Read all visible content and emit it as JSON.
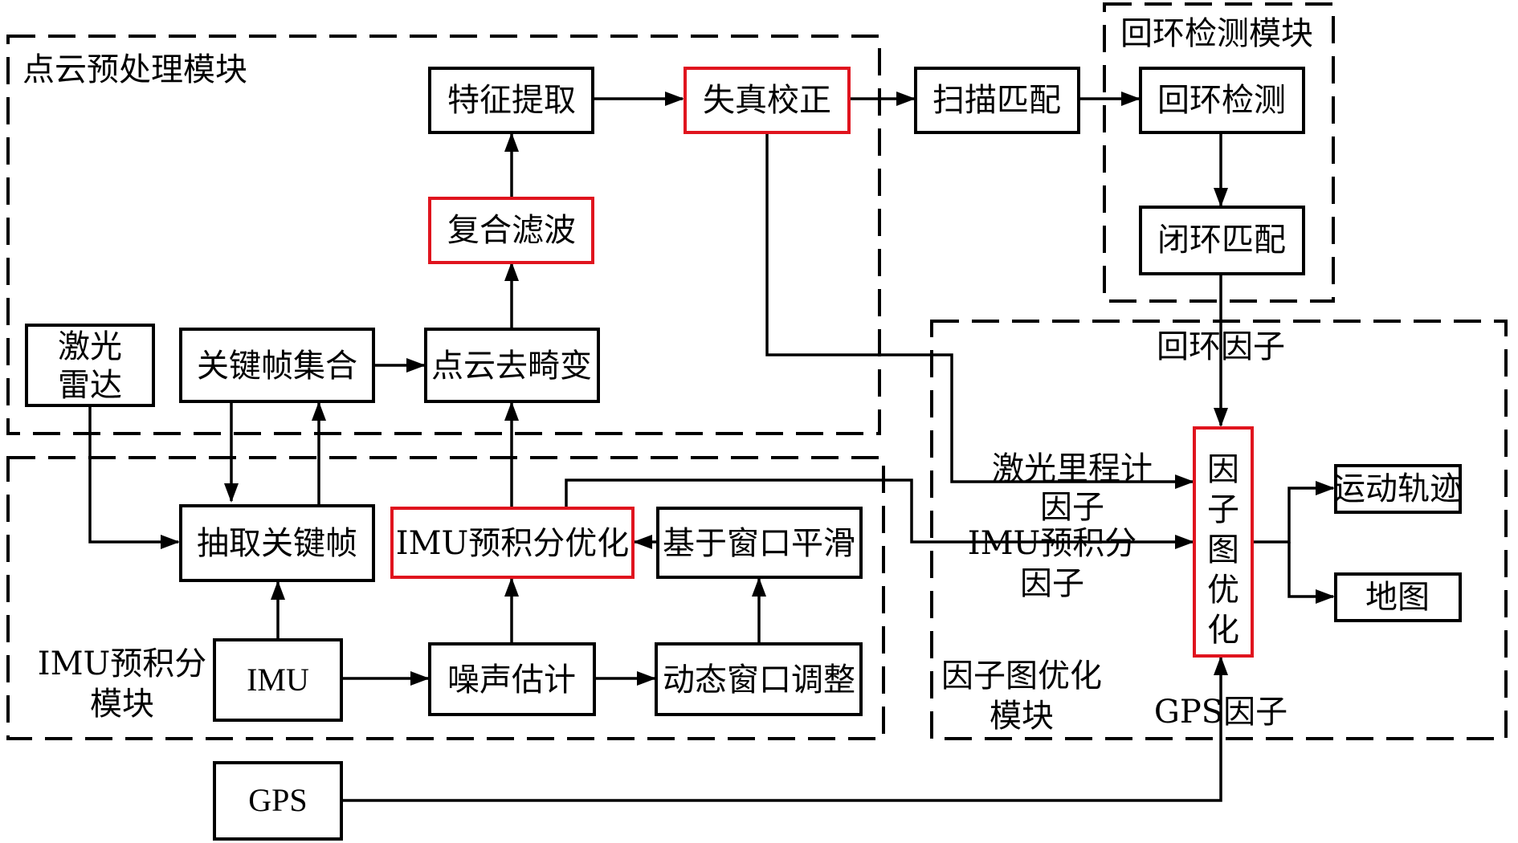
{
  "groups": {
    "preprocess": "点云预处理模块",
    "loop": "回环检测模块",
    "imu_line1": "IMU预积分",
    "imu_line2": "模块",
    "factor_line1": "因子图优化",
    "factor_line2": "模块"
  },
  "nodes": {
    "feature": "特征提取",
    "distortion": "失真校正",
    "scan_match": "扫描匹配",
    "loop_detect": "回环检测",
    "loop_close": "闭环匹配",
    "composite_filter": "复合滤波",
    "lidar_line1": "激光",
    "lidar_line2": "雷达",
    "keyframe_set": "关键帧集合",
    "deskew": "点云去畸变",
    "keyframe_extract": "抽取关键帧",
    "imu_preint_opt": "IMU预积分优化",
    "window_smooth": "基于窗口平滑",
    "imu": "IMU",
    "noise_est": "噪声估计",
    "dyn_window": "动态窗口调整",
    "gps": "GPS",
    "factor_graph": [
      "因",
      "子",
      "图",
      "优",
      "化"
    ],
    "trajectory": "运动轨迹",
    "map": "地图"
  },
  "edge_labels": {
    "loop_factor": "回环因子",
    "lidar_odom_line1": "激光里程计",
    "lidar_odom_line2": "因子",
    "imu_factor_line1": "IMU预积分",
    "imu_factor_line2": "因子",
    "gps_factor": "GPS因子"
  }
}
